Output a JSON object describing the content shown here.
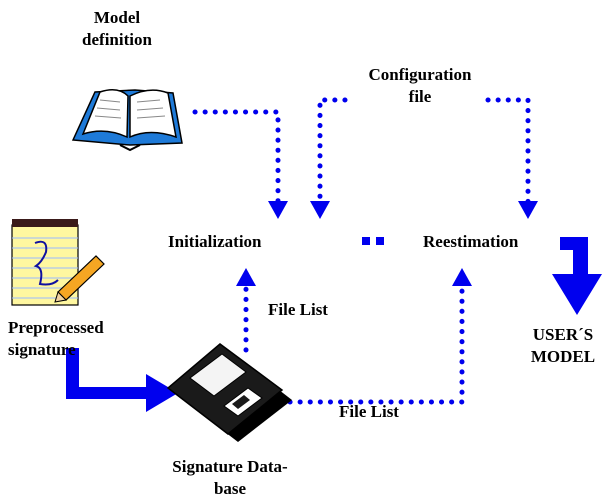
{
  "labels": {
    "model_definition_line1": "Model",
    "model_definition_line2": "definition",
    "configuration_line1": "Configuration",
    "configuration_line2": "file",
    "initialization": "Initialization",
    "reestimation": "Reestimation",
    "ellipsis": "• •",
    "file_list_left": "File List",
    "file_list_bottom": "File List",
    "preprocessed_line1": "Preprocessed",
    "preprocessed_line2": "signature",
    "users_model_line1": "USER´S",
    "users_model_line2": "MODEL",
    "database_line1": "Signature Data-",
    "database_line2": "base"
  },
  "colors": {
    "flow": "#0000ee",
    "text": "#000000"
  },
  "icons": [
    "open-book-icon",
    "notepad-with-pencil-icon",
    "floppy-disk-icon"
  ]
}
